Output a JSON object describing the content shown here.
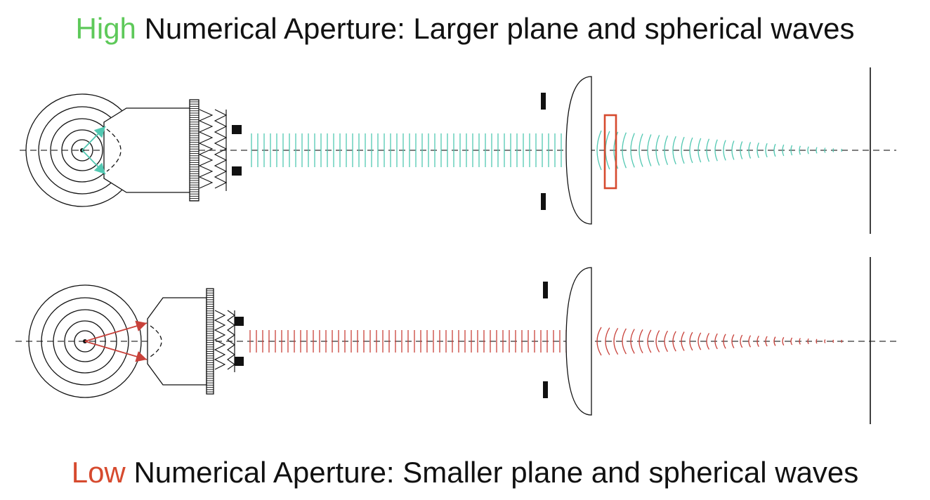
{
  "titles": {
    "high": {
      "keyword": "High",
      "rest": " Numerical Aperture: Larger plane and spherical waves",
      "keyword_color": "#5ec95a"
    },
    "low": {
      "keyword": "Low",
      "rest": " Numerical Aperture: Smaller plane and spherical waves",
      "keyword_color": "#d64a2e"
    }
  },
  "colors": {
    "high_wave": "#52c8b2",
    "low_wave": "#c8413a",
    "highlight_box": "#d64a2e",
    "line": "#111111"
  },
  "diagram": {
    "high": {
      "aperture": "high",
      "wavefront_color": "high_wave",
      "highlight": true
    },
    "low": {
      "aperture": "low",
      "wavefront_color": "low_wave",
      "highlight": false
    }
  }
}
